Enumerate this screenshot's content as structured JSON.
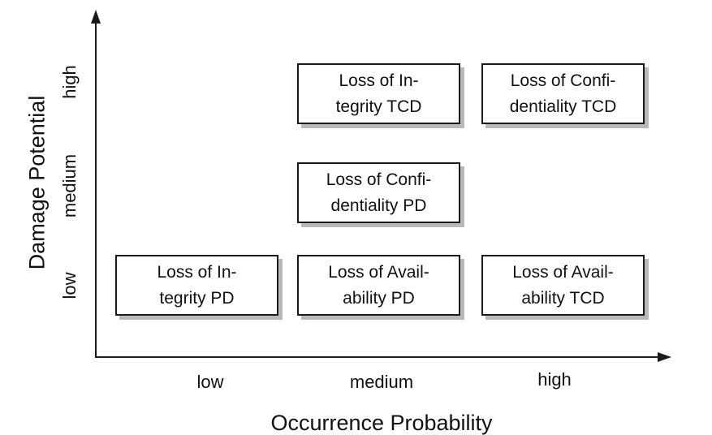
{
  "chart_data": {
    "type": "scatter",
    "title": "",
    "xlabel": "Occurrence Probability",
    "ylabel": "Damage Potential",
    "x_ticks": [
      "low",
      "medium",
      "high"
    ],
    "y_ticks": [
      "low",
      "medium",
      "high"
    ],
    "legend": "none",
    "grid": false,
    "points": [
      {
        "x": "medium",
        "y": "high",
        "label": "Loss of Integrity TCD"
      },
      {
        "x": "high",
        "y": "high",
        "label": "Loss of Confidentiality TCD"
      },
      {
        "x": "medium",
        "y": "medium",
        "label": "Loss of Confidentiality PD"
      },
      {
        "x": "low",
        "y": "low",
        "label": "Loss of Integrity PD"
      },
      {
        "x": "medium",
        "y": "low",
        "label": "Loss of Availability PD"
      },
      {
        "x": "high",
        "y": "low",
        "label": "Loss of Availability TCD"
      }
    ]
  },
  "axes": {
    "x_title": "Occurrence Probability",
    "y_title": "Damage Potential",
    "x_ticks": [
      "low",
      "medium",
      "high"
    ],
    "y_ticks_top_to_bottom": [
      "high",
      "medium",
      "low"
    ]
  },
  "boxes": [
    {
      "line1": "Loss of In-",
      "line2": "tegrity TCD"
    },
    {
      "line1": "Loss of Confi-",
      "line2": "dentiality TCD"
    },
    {
      "line1": "Loss of Confi-",
      "line2": "dentiality PD"
    },
    {
      "line1": "Loss of In-",
      "line2": "tegrity PD"
    },
    {
      "line1": "Loss of Avail-",
      "line2": "ability PD"
    },
    {
      "line1": "Loss of Avail-",
      "line2": "ability TCD"
    }
  ],
  "colors": {
    "background": "#ffffff",
    "axis": "#1a1a1a",
    "box_border": "#1a1a1a",
    "box_shadow": "#b9b9b9",
    "text": "#111111"
  }
}
